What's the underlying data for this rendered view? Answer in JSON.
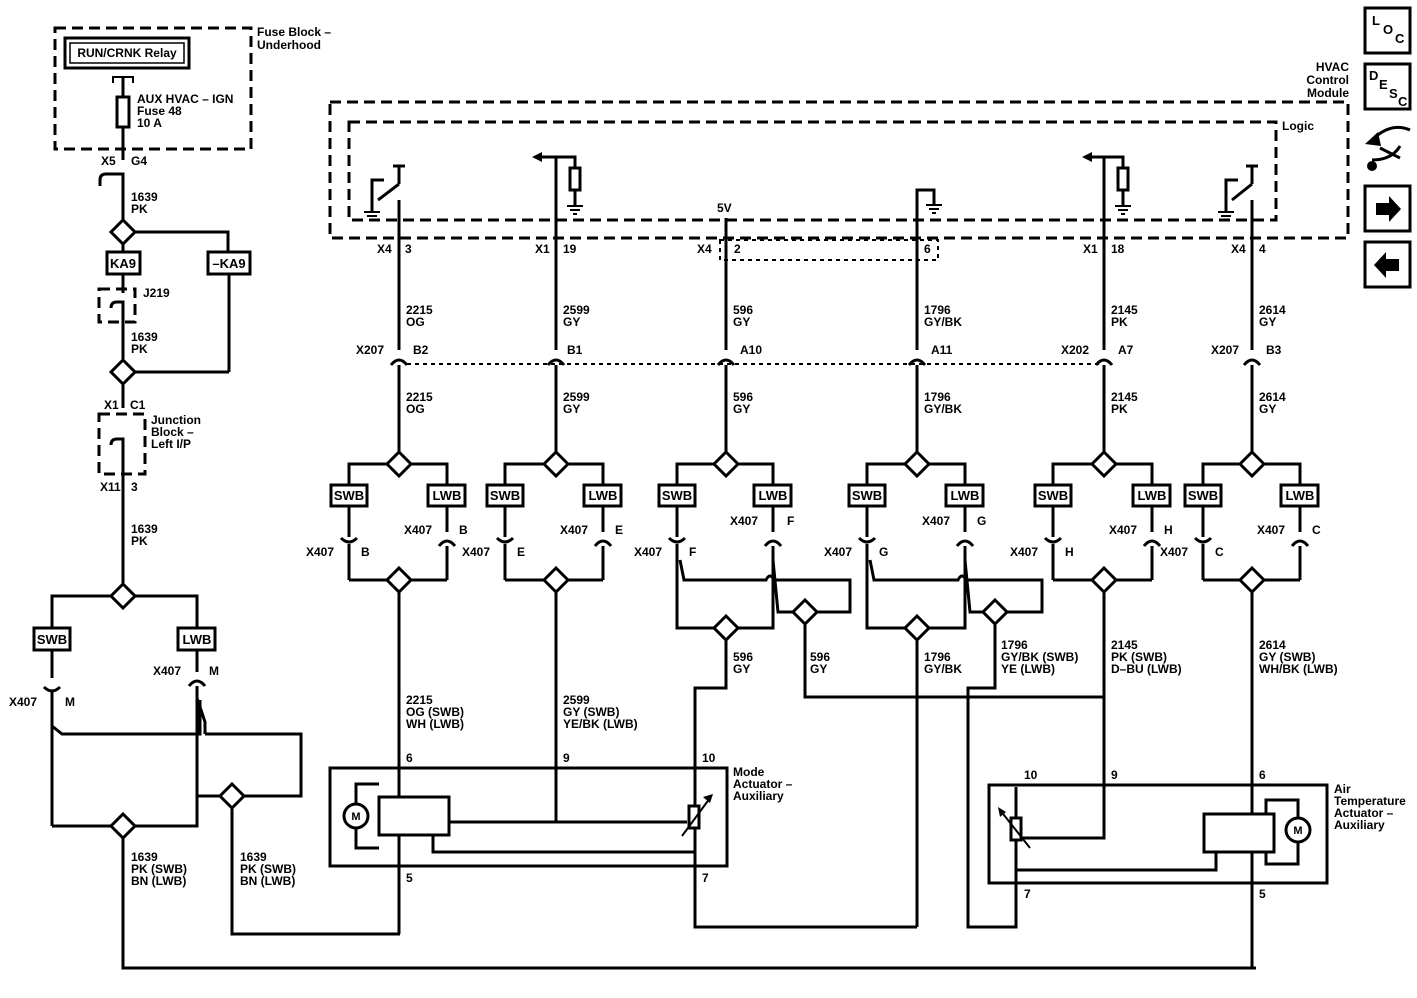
{
  "fuse_block": {
    "title": [
      "Fuse Block –",
      "Underhood"
    ],
    "relay": "RUN/CRNK Relay",
    "fuse": [
      "AUX HVAC – IGN",
      "Fuse 48",
      "10 A"
    ],
    "conn_x5": "X5",
    "conn_g4": "G4"
  },
  "left_chain": {
    "w_top": [
      "1639",
      "PK"
    ],
    "ka9": "KA9",
    "ka9n": "–KA9",
    "j219": "J219",
    "w_mid": [
      "1639",
      "PK"
    ],
    "x1": "X1",
    "c1": "C1",
    "junction": [
      "Junction",
      "Block –",
      "Left I/P"
    ],
    "x11": "X11",
    "pin3": "3",
    "w_low": [
      "1639",
      "PK"
    ],
    "swb": "SWB",
    "lwb": "LWB",
    "x407_left": "X407",
    "m_left": "M",
    "x407_right": "X407",
    "m_right": "M",
    "out1": [
      "1639",
      "PK (SWB)",
      "BN (LWB)"
    ],
    "out2": [
      "1639",
      "PK (SWB)",
      "BN (LWB)"
    ]
  },
  "module": {
    "title": [
      "HVAC",
      "Control",
      "Module"
    ],
    "logic": "Logic",
    "v5": "5V"
  },
  "pins": [
    {
      "conn": "X4",
      "pin": "3"
    },
    {
      "conn": "X1",
      "pin": "19"
    },
    {
      "conn": "X4",
      "pin": "2"
    },
    {
      "conn": "",
      "pin": "6"
    },
    {
      "conn": "X1",
      "pin": "18"
    },
    {
      "conn": "X4",
      "pin": "4"
    }
  ],
  "wires_top": [
    [
      "2215",
      "OG"
    ],
    [
      "2599",
      "GY"
    ],
    [
      "596",
      "GY"
    ],
    [
      "1796",
      "GY/BK"
    ],
    [
      "2145",
      "PK"
    ],
    [
      "2614",
      "GY"
    ]
  ],
  "inline": [
    {
      "conn": "X207",
      "pin": "B2"
    },
    {
      "conn": "",
      "pin": "B1"
    },
    {
      "conn": "",
      "pin": "A10"
    },
    {
      "conn": "",
      "pin": "A11"
    },
    {
      "conn": "X202",
      "pin": "A7"
    },
    {
      "conn": "X207",
      "pin": "B3"
    }
  ],
  "wires_mid": [
    [
      "2215",
      "OG"
    ],
    [
      "2599",
      "GY"
    ],
    [
      "596",
      "GY"
    ],
    [
      "1796",
      "GY/BK"
    ],
    [
      "2145",
      "PK"
    ],
    [
      "2614",
      "GY"
    ]
  ],
  "branches": [
    {
      "swb": "SWB",
      "lwb": "LWB",
      "x_l": "X407",
      "p_l": "B",
      "x_r": "X407",
      "p_r": "B"
    },
    {
      "swb": "SWB",
      "lwb": "LWB",
      "x_l": "X407",
      "p_l": "E",
      "x_r": "X407",
      "p_r": "E"
    },
    {
      "swb": "SWB",
      "lwb": "LWB",
      "x_l": "X407",
      "p_l": "F",
      "x_r": "X407",
      "p_r": "F"
    },
    {
      "swb": "SWB",
      "lwb": "LWB",
      "x_l": "X407",
      "p_l": "G",
      "x_r": "X407",
      "p_r": "G"
    },
    {
      "swb": "SWB",
      "lwb": "LWB",
      "x_l": "X407",
      "p_l": "H",
      "x_r": "X407",
      "p_r": "H"
    },
    {
      "swb": "SWB",
      "lwb": "LWB",
      "x_l": "X407",
      "p_l": "C",
      "x_r": "X407",
      "p_r": "C"
    }
  ],
  "wires_bottom": {
    "w2215": [
      "2215",
      "OG (SWB)",
      "WH (LWB)"
    ],
    "w2599": [
      "2599",
      "GY (SWB)",
      "YE/BK (LWB)"
    ],
    "w596a": [
      "596",
      "GY"
    ],
    "w596b": [
      "596",
      "GY"
    ],
    "w1796a": [
      "1796",
      "GY/BK"
    ],
    "w1796b": [
      "1796",
      "GY/BK (SWB)",
      "YE (LWB)"
    ],
    "w2145": [
      "2145",
      "PK (SWB)",
      "D–BU (LWB)"
    ],
    "w2614": [
      "2614",
      "GY (SWB)",
      "WH/BK (LWB)"
    ]
  },
  "mode_actuator": {
    "title": [
      "Mode",
      "Actuator –",
      "Auxiliary"
    ],
    "motor": "M",
    "pin6": "6",
    "pin9": "9",
    "pin10": "10",
    "pin5": "5",
    "pin7": "7"
  },
  "air_actuator": {
    "title": [
      "Air",
      "Temperature",
      "Actuator –",
      "Auxiliary"
    ],
    "motor": "M",
    "pin10": "10",
    "pin9": "9",
    "pin6": "6",
    "pin7": "7",
    "pin5": "5"
  },
  "nav": {
    "loc": [
      "L",
      "O",
      "C"
    ],
    "desc": [
      "D",
      "E",
      "S",
      "C"
    ]
  }
}
